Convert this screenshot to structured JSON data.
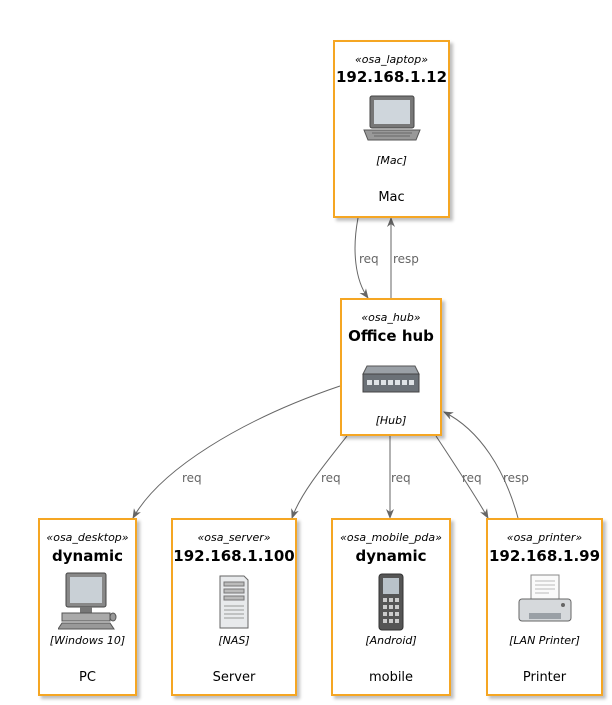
{
  "nodes": {
    "laptop": {
      "stereotype": "«osa_laptop»",
      "title": "192.168.1.12",
      "tech": "[Mac]",
      "label": "Mac"
    },
    "hub": {
      "stereotype": "«osa_hub»",
      "title": "Office hub",
      "tech": "[Hub]",
      "label": ""
    },
    "desktop": {
      "stereotype": "«osa_desktop»",
      "title": "dynamic",
      "tech": "[Windows 10]",
      "label": "PC"
    },
    "server": {
      "stereotype": "«osa_server»",
      "title": "192.168.1.100",
      "tech": "[NAS]",
      "label": "Server"
    },
    "mobile": {
      "stereotype": "«osa_mobile_pda»",
      "title": "dynamic",
      "tech": "[Android]",
      "label": "mobile"
    },
    "printer": {
      "stereotype": "«osa_printer»",
      "title": "192.168.1.99",
      "tech": "[LAN Printer]",
      "label": "Printer"
    }
  },
  "edges": {
    "laptop_hub_req": "req",
    "hub_laptop_resp": "resp",
    "hub_desktop_req": "req",
    "hub_server_req": "req",
    "hub_mobile_req": "req",
    "hub_printer_req": "req",
    "printer_hub_resp": "resp"
  },
  "colors": {
    "node_border": "#f5a623",
    "edge": "#666666"
  }
}
